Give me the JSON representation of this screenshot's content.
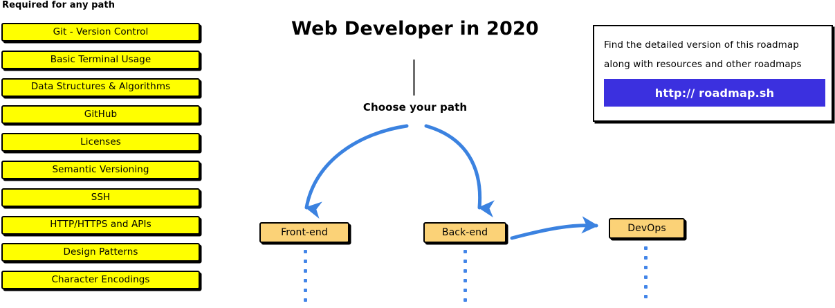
{
  "page": {
    "title": "Web Developer in 2020",
    "choose_path_label": "Choose your path",
    "stem_color": "#6e6e6e",
    "arrow_color": "#3B82E0",
    "dot_color": "#4285E8"
  },
  "required": {
    "heading": "Required for any path",
    "box_fill": "#FFFF00",
    "box_border": "#000000",
    "items": [
      {
        "label": "Git - Version Control"
      },
      {
        "label": "Basic Terminal Usage"
      },
      {
        "label": "Data Structures & Algorithms"
      },
      {
        "label": "GitHub"
      },
      {
        "label": "Licenses"
      },
      {
        "label": "Semantic Versioning"
      },
      {
        "label": "SSH"
      },
      {
        "label": "HTTP/HTTPS and APIs"
      },
      {
        "label": "Design Patterns"
      },
      {
        "label": "Character Encodings"
      }
    ]
  },
  "paths": {
    "box_fill": "#FBD277",
    "items": [
      {
        "label": "Front-end"
      },
      {
        "label": "Back-end"
      },
      {
        "label": "DevOps"
      }
    ]
  },
  "info_card": {
    "line1": "Find the detailed version of this roadmap",
    "line2": "along with resources and other roadmaps",
    "button_label": "http:// roadmap.sh",
    "button_color": "#3B30DF"
  }
}
